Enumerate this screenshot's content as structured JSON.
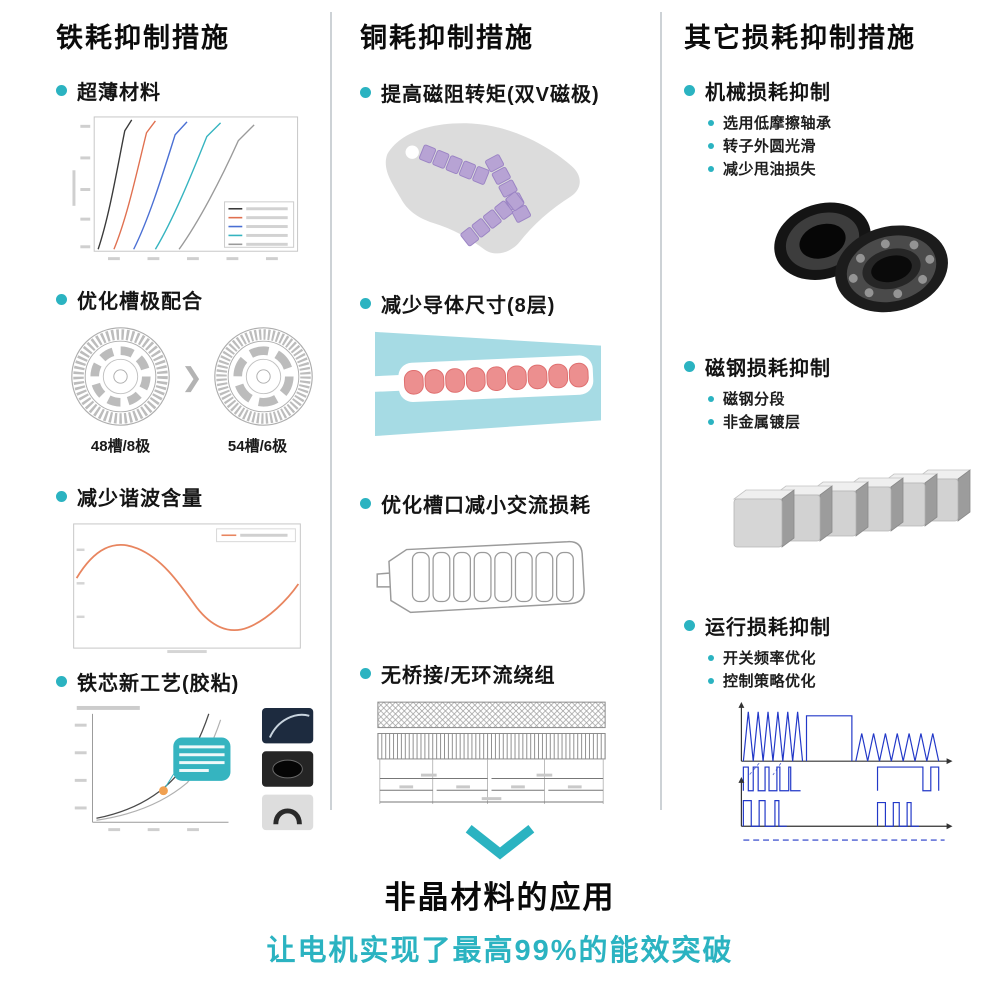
{
  "colors": {
    "accent_teal": "#2bb3c1",
    "text_dark": "#111111",
    "magnet_purple": "#b7a3d4",
    "conductor_red": "#ec8f8f",
    "slot_cyan": "#a6dbe4",
    "wave_orange": "#e8855f",
    "pwm_blue": "#2238c8"
  },
  "icons": {
    "transition_arrow": "❯"
  },
  "columns": [
    {
      "title": "铁耗抑制措施",
      "items": [
        {
          "label": "超薄材料",
          "figure": "bh-magnetization-curves-chart"
        },
        {
          "label": "优化槽极配合",
          "figure": "slot-pole-cross-sections",
          "captions": [
            "48槽/8极",
            "54槽/6极"
          ]
        },
        {
          "label": "减少谐波含量",
          "figure": "harmonic-sine-wave-chart"
        },
        {
          "label": "铁芯新工艺(胶粘)",
          "figure": "core-bonding-process-chart"
        }
      ]
    },
    {
      "title": "铜耗抑制措施",
      "items": [
        {
          "label": "提高磁阻转矩(双V磁极)",
          "figure": "double-v-magnet-rotor"
        },
        {
          "label": "减少导体尺寸(8层)",
          "figure": "eight-layer-conductor-slot"
        },
        {
          "label": "优化槽口减小交流损耗",
          "figure": "slot-opening-outline"
        },
        {
          "label": "无桥接/无环流绕组",
          "figure": "winding-diagram"
        }
      ]
    },
    {
      "title": "其它损耗抑制措施",
      "items": [
        {
          "label": "机械损耗抑制",
          "subitems": [
            "选用低摩擦轴承",
            "转子外圆光滑",
            "减少甩油损失"
          ],
          "figure": "ball-bearings-photo"
        },
        {
          "label": "磁钢损耗抑制",
          "subitems": [
            "磁钢分段",
            "非金属镀层"
          ],
          "figure": "magnet-segments-photo"
        },
        {
          "label": "运行损耗抑制",
          "subitems": [
            "开关频率优化",
            "控制策略优化"
          ],
          "figure": "pwm-waveforms-chart"
        }
      ]
    }
  ],
  "footer": {
    "headline": "非晶材料的应用",
    "subheadline": "让电机实现了最高99%的能效突破"
  }
}
